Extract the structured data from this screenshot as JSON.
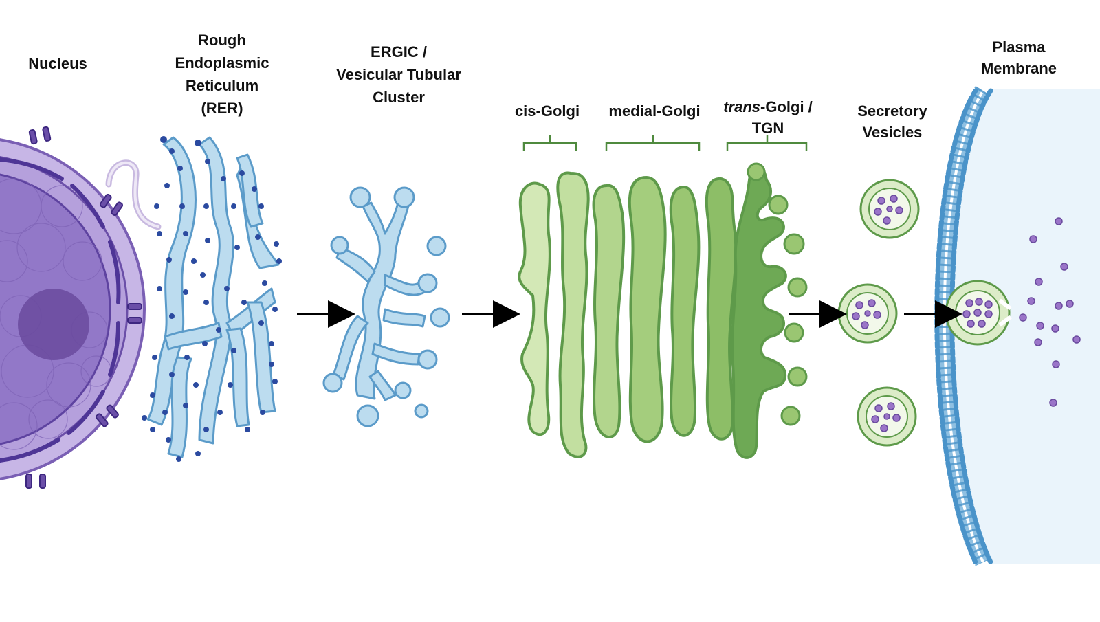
{
  "labels": {
    "nucleus": "Nucleus",
    "rer": [
      "Rough",
      "Endoplasmic",
      "Reticulum",
      "(RER)"
    ],
    "ergic": [
      "ERGIC /",
      "Vesicular Tubular",
      "Cluster"
    ],
    "cis_golgi": "cis-Golgi",
    "medial_golgi": "medial-Golgi",
    "trans_golgi_italic": "trans",
    "trans_golgi_rest": "-Golgi /",
    "tgn": "TGN",
    "secretory": [
      "Secretory",
      "Vesicles"
    ],
    "plasma": [
      "Plasma",
      "Membrane"
    ]
  },
  "colors": {
    "nucleus_fill": "#8e72c4",
    "nucleus_edge": "#6b4fa8",
    "envelope": "#b8a4dc",
    "er_fill": "#bcdcef",
    "er_edge": "#5b9bc9",
    "ribosome": "#2b4aa0",
    "golgi_light": "#c5dfa5",
    "golgi_mid": "#a6cc82",
    "golgi_dark": "#7fb366",
    "golgi_edge": "#5e9a4a",
    "cargo": "#9a74c8",
    "membrane_bead": "#4a93c9",
    "extracellular": "#eaf4fb",
    "arrow": "#000000"
  }
}
